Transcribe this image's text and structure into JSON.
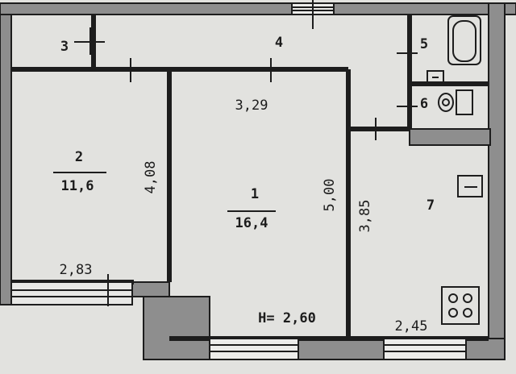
{
  "rooms": [
    {
      "number": "1",
      "area": "16,4"
    },
    {
      "number": "2",
      "area": "11,6"
    },
    {
      "number": "3"
    },
    {
      "number": "4"
    },
    {
      "number": "5"
    },
    {
      "number": "6"
    },
    {
      "number": "7"
    }
  ],
  "dimensions": {
    "room1_width": "3,29",
    "room1_length": "5,00",
    "room2_width": "2,83",
    "room2_length": "4,08",
    "room7_width": "2,45",
    "room7_length": "3,85"
  },
  "ceiling_height": "H= 2,60",
  "colors": {
    "wall": "#1d1d1d",
    "wall_fill": "#8e8e8e",
    "floor": "#e3e3e1",
    "background": "#d9d9d6"
  }
}
